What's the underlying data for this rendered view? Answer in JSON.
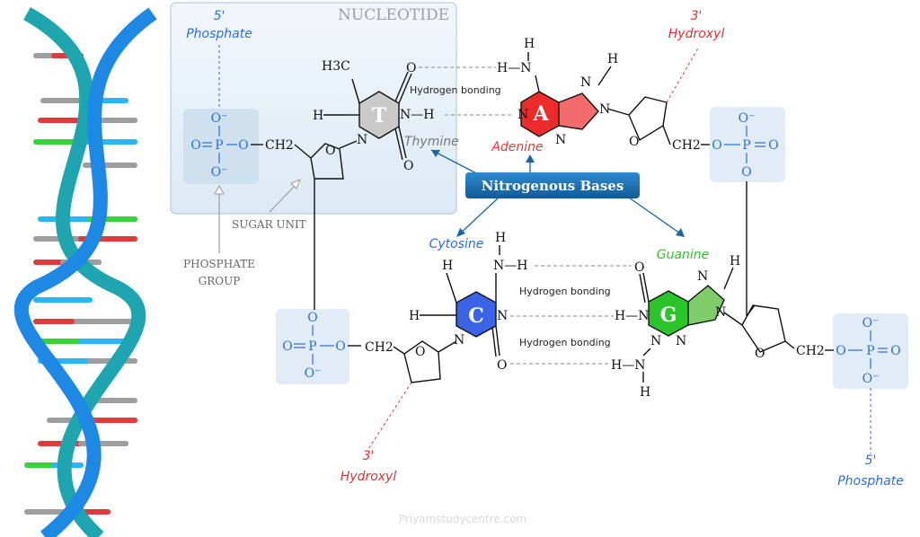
{
  "panel": {
    "title": "NUCLEOTIDE"
  },
  "labels": {
    "phosphate_top_5": "5'",
    "phosphate_top": "Phosphate",
    "hydroxyl_top_3": "3'",
    "hydroxyl_top": "Hydroxyl",
    "hydroxyl_bottom_3": "3'",
    "hydroxyl_bottom": "Hydroxyl",
    "phosphate_bottom_5": "5'",
    "phosphate_bottom": "Phosphate",
    "sugar_unit": "SUGAR UNIT",
    "phosphate_group_1": "PHOSPHATE",
    "phosphate_group_2": "GROUP",
    "nitrogenous_bases": "Nitrogenous Bases",
    "hbond_1": "Hydrogen bonding",
    "hbond_2": "Hydrogen bonding",
    "hbond_3": "Hydrogen bonding",
    "watermark": "Priyamstudycentre.com"
  },
  "bases": {
    "thymine": {
      "letter": "T",
      "name": "Thymine",
      "color": "#c9c9c9"
    },
    "adenine": {
      "letter": "A",
      "name": "Adenine",
      "color": "#ee2b2b"
    },
    "cytosine": {
      "letter": "C",
      "name": "Cytosine",
      "color": "#3a63e6"
    },
    "guanine": {
      "letter": "G",
      "name": "Guanine",
      "color": "#2bc42b"
    }
  },
  "atoms": {
    "H": "H",
    "N": "N",
    "O": "O",
    "CH2": "CH2",
    "H3C": "H3C",
    "P": "P",
    "Ominus": "O⁻",
    "nh": "N—H",
    "hn": "H—N"
  },
  "colors": {
    "phosphate_blue": "#2a6fd6",
    "hydroxyl_red": "#d33",
    "box_bg": "#e1ecf6",
    "callout": "#1565a8",
    "helix_blue": "#1e88e5",
    "helix_teal": "#1ea5b0"
  }
}
